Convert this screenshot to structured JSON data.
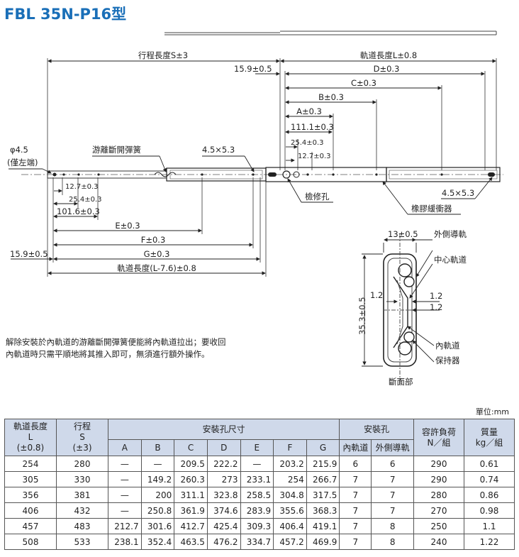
{
  "title": "FBL 35N-P16型",
  "drawing": {
    "stroke_label": "行程長度S±3",
    "rail_label": "軌道長度L±0.8",
    "dim_15_9_top": "15.9±0.5",
    "dim_D": "D±0.3",
    "dim_C": "C±0.3",
    "dim_B": "B±0.3",
    "dim_A": "A±0.3",
    "dim_111": "111.1±0.3",
    "dim_25_top": "25.4±0.3",
    "dim_12_top": "12.7±0.3",
    "hole_dia": "φ4.5",
    "hole_note": "(僅左端)",
    "spring_label": "游離斷開彈簧",
    "slot_label_top": "4.5×5.3",
    "slot_label_bottom": "4.5×5.3",
    "inspect_hole": "檢修孔",
    "rubber_buffer": "橡膠緩衝器",
    "dim_12_bottom": "12.7±0.3",
    "dim_25_bottom": "25.4±0.3",
    "dim_101": "101.6±0.3",
    "dim_E": "E±0.3",
    "dim_F": "F±0.3",
    "dim_G": "G±0.3",
    "dim_15_9_bottom": "15.9±0.5",
    "rail_bottom": "軌道長度(L-7.6)±0.8",
    "cross": {
      "width": "13±0.5",
      "outer": "外側導軌",
      "center": "中心軌道",
      "height": "35.3±0.5",
      "gap_left": "1.2",
      "gap_right1": "1.2",
      "gap_right2": "1.2",
      "inner": "內軌道",
      "retainer": "保持器",
      "caption": "斷面部"
    }
  },
  "note_line1": "解除安裝於內軌道的游離斷開彈簧便能將內軌道拉出；要收回",
  "note_line2": "內軌道時只需平順地將其推入即可，無須進行額外操作。",
  "unit": "單位:mm",
  "table": {
    "h_rail": "軌道長度",
    "h_rail_sym": "L",
    "h_rail_tol": "(±0.8)",
    "h_stroke": "行程",
    "h_stroke_sym": "S",
    "h_stroke_tol": "(±3)",
    "h_dims": "安裝孔尺寸",
    "h_holes": "安裝孔",
    "h_load": "容許負荷",
    "h_load_unit": "N／組",
    "h_mass": "質量",
    "h_mass_unit": "kg／組",
    "h_inner": "內軌道",
    "h_outer": "外側導軌",
    "cols": [
      "A",
      "B",
      "C",
      "D",
      "E",
      "F",
      "G"
    ],
    "rows": [
      [
        "254",
        "280",
        "—",
        "—",
        "209.5",
        "222.2",
        "—",
        "203.2",
        "215.9",
        "6",
        "6",
        "290",
        "0.61"
      ],
      [
        "305",
        "330",
        "—",
        "149.2",
        "260.3",
        "273",
        "233.1",
        "254",
        "266.7",
        "7",
        "7",
        "290",
        "0.74"
      ],
      [
        "356",
        "381",
        "—",
        "200",
        "311.1",
        "323.8",
        "258.5",
        "304.8",
        "317.5",
        "7",
        "7",
        "280",
        "0.86"
      ],
      [
        "406",
        "432",
        "—",
        "250.8",
        "361.9",
        "374.6",
        "283.9",
        "355.6",
        "368.3",
        "7",
        "7",
        "270",
        "0.98"
      ],
      [
        "457",
        "483",
        "212.7",
        "301.6",
        "412.7",
        "425.4",
        "309.3",
        "406.4",
        "419.1",
        "7",
        "8",
        "250",
        "1.1"
      ],
      [
        "508",
        "533",
        "238.1",
        "352.4",
        "463.5",
        "476.2",
        "334.7",
        "457.2",
        "469.9",
        "7",
        "8",
        "240",
        "1.22"
      ]
    ]
  }
}
